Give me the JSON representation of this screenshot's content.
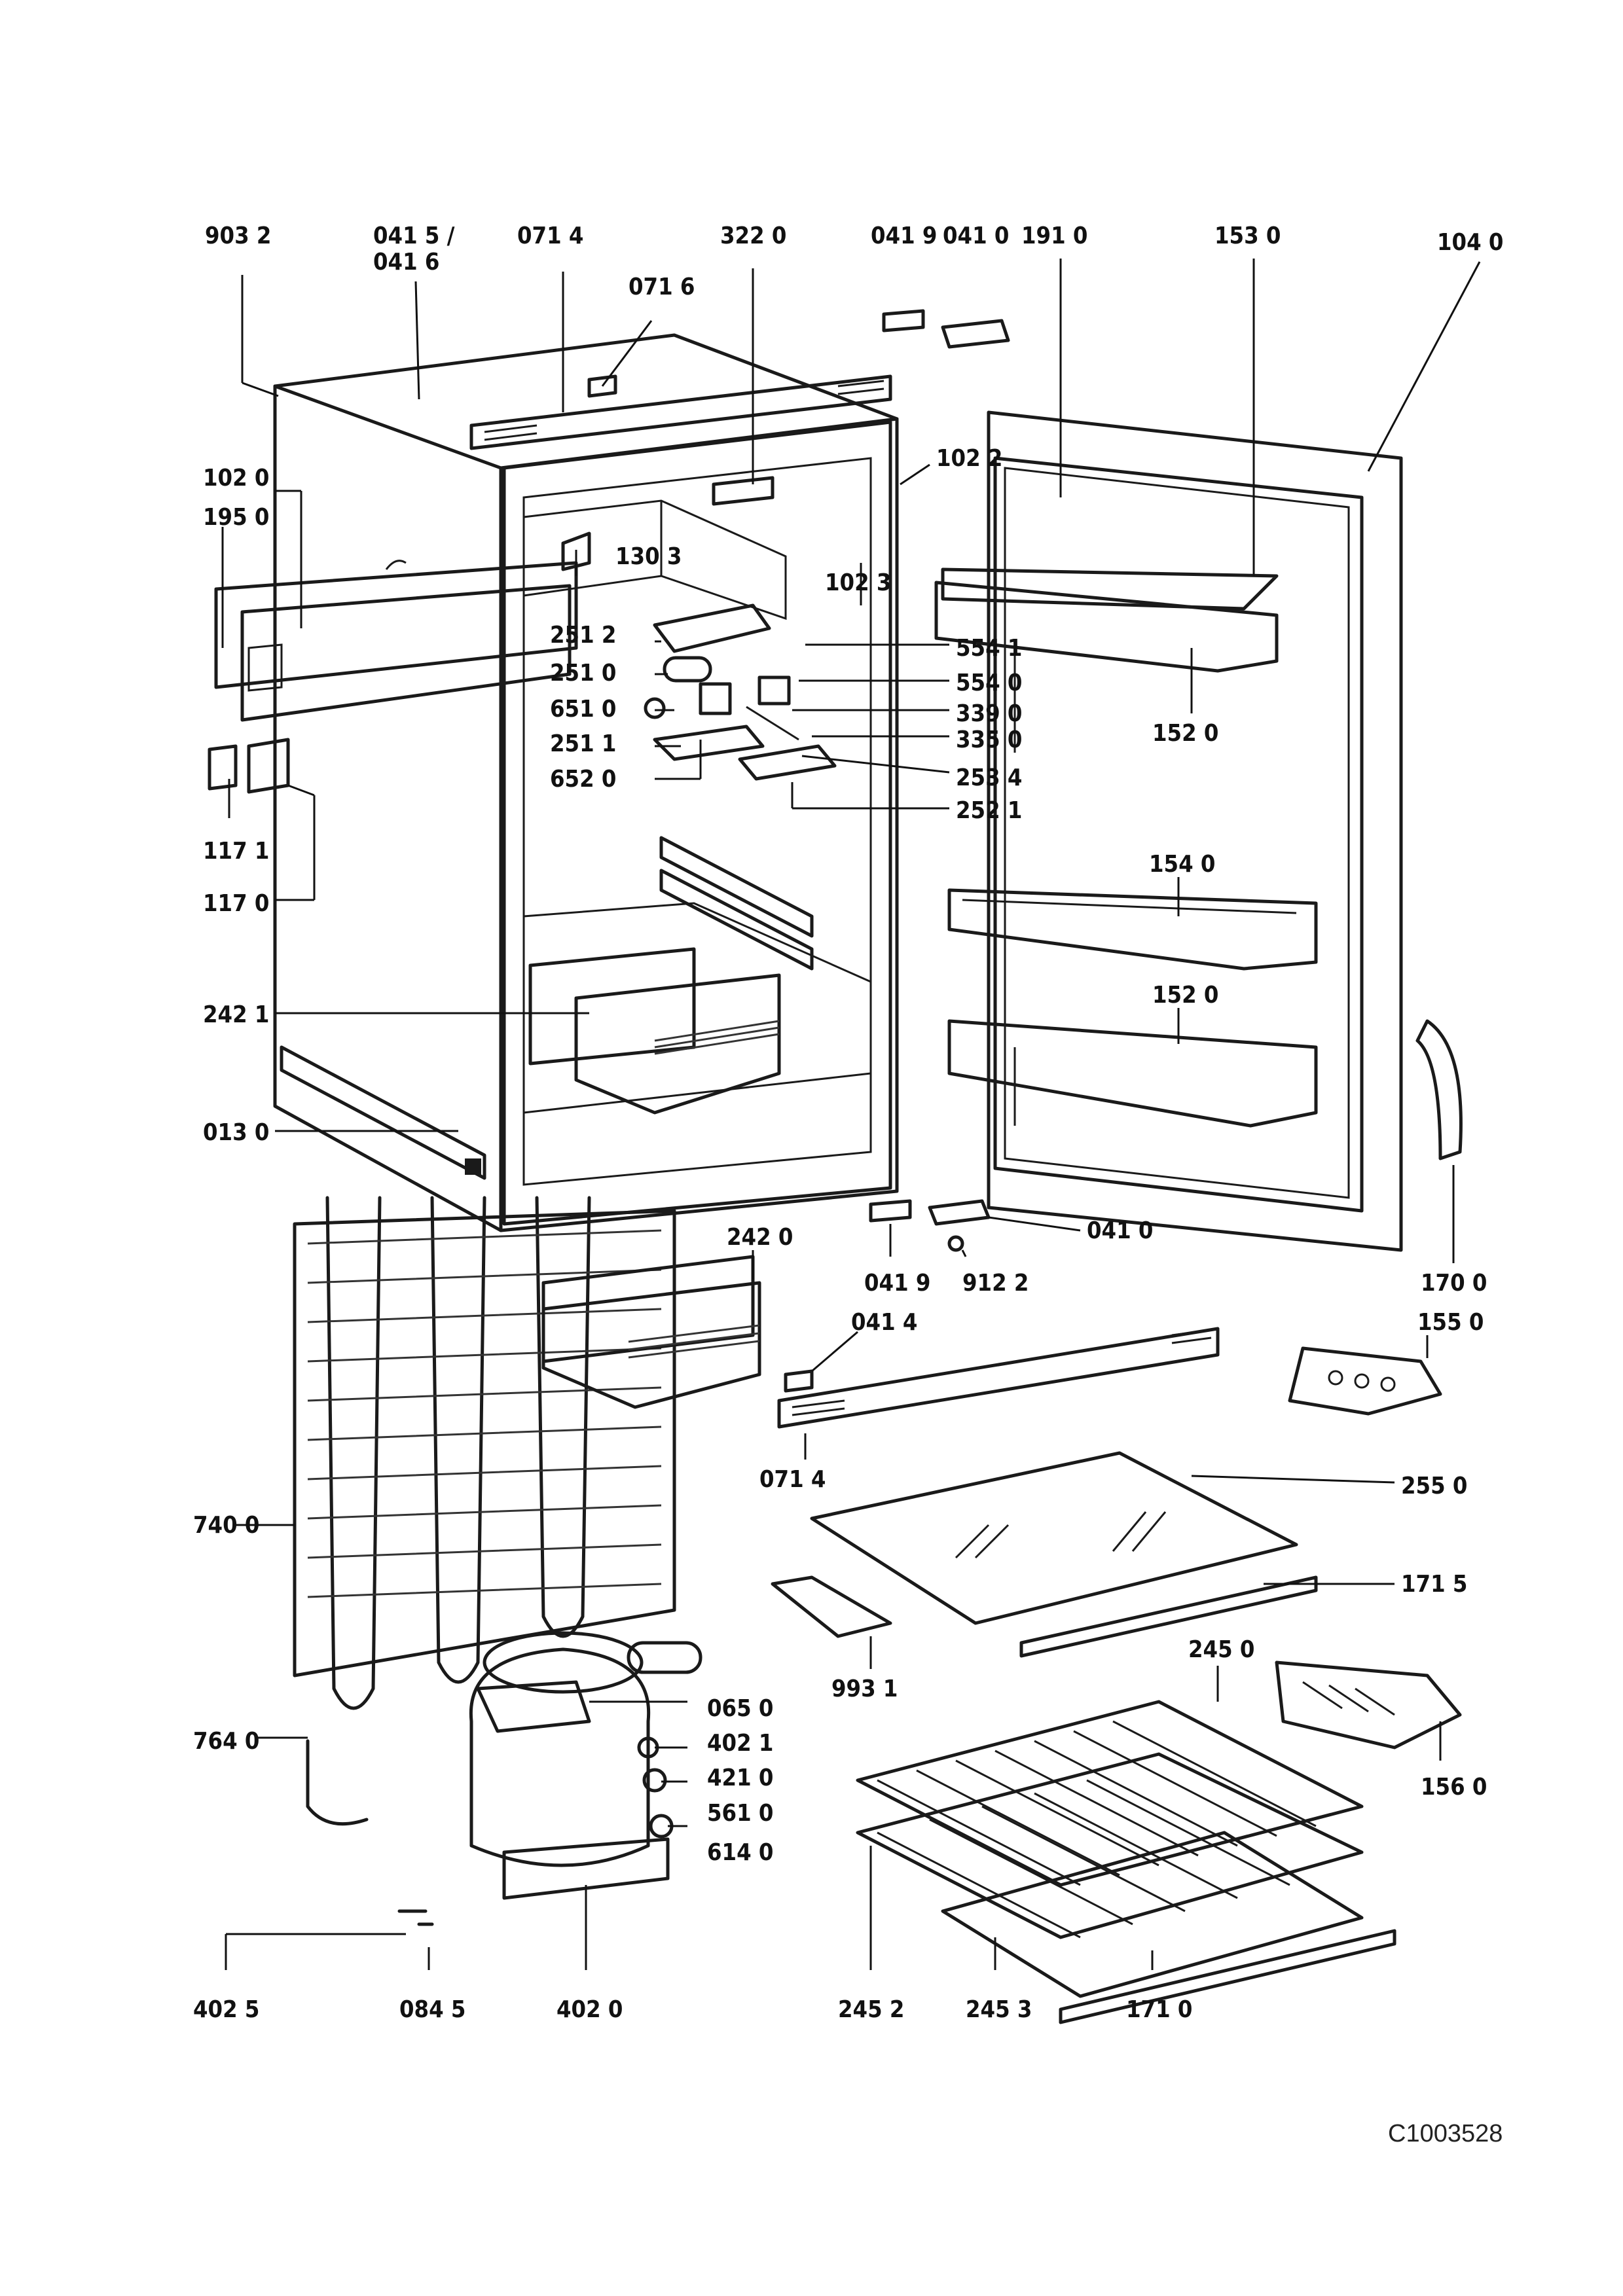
{
  "callouts": {
    "p903_2": "903 2",
    "p041_5_6": [
      "041 5 /",
      "041 6"
    ],
    "p071_4_top": "071 4",
    "p071_6": "071 6",
    "p322_0": "322 0",
    "p041_9_top": "041 9",
    "p041_0_top": "041 0",
    "p191_0": "191 0",
    "p153_0": "153 0",
    "p104_0": "104 0",
    "p102_0": "102 0",
    "p195_0": "195 0",
    "p102_2": "102 2",
    "p130_3": "130 3",
    "p102_3": "102 3",
    "p251_2": "251 2",
    "p554_1": "554 1",
    "p251_0": "251 0",
    "p554_0": "554 0",
    "p651_0": "651 0",
    "p339_0": "339 0",
    "p335_0": "335 0",
    "p251_1": "251 1",
    "p253_4": "253 4",
    "p652_0": "652 0",
    "p252_1": "252 1",
    "p152_0_upper": "152 0",
    "p117_1": "117 1",
    "p117_0": "117 0",
    "p154_0": "154 0",
    "p152_0_lower": "152 0",
    "p242_1": "242 1",
    "p013_0": "013 0",
    "p041_9_bottom": "041 9",
    "p912_2": "912 2",
    "p041_0_bottom": "041 0",
    "p170_0": "170 0",
    "p242_0": "242 0",
    "p041_4": "041 4",
    "p155_0": "155 0",
    "p071_4_bottom": "071 4",
    "p255_0": "255 0",
    "p740_0": "740 0",
    "p171_5": "171 5",
    "p993_1": "993 1",
    "p065_0": "065 0",
    "p245_0": "245 0",
    "p402_1": "402 1",
    "p421_0": "421 0",
    "p764_0": "764 0",
    "p561_0": "561 0",
    "p156_0": "156 0",
    "p614_0": "614 0",
    "p402_5": "402 5",
    "p084_5": "084 5",
    "p402_0": "402 0",
    "p245_2": "245 2",
    "p245_3": "245 3",
    "p171_0": "171 0"
  },
  "doc_id": "C1003528"
}
